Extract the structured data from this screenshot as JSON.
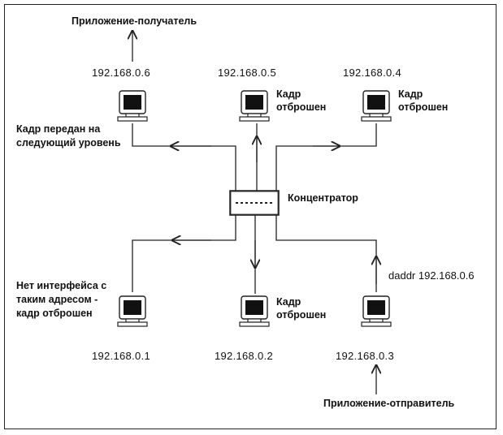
{
  "labels": {
    "receiver_app": "Приложение-получатель",
    "sender_app": "Приложение-отправитель",
    "hub": "Концентратор",
    "passed_up_1": "Кадр передан на",
    "passed_up_2": "следующий уровень",
    "no_iface_1": "Нет интерфейса с",
    "no_iface_2": "таким адресом -",
    "no_iface_3": "кадр отброшен",
    "dropped_1": "Кадр",
    "dropped_2": "отброшен",
    "daddr": "daddr 192.168.0.6"
  },
  "hosts": [
    {
      "ip": "192.168.0.6"
    },
    {
      "ip": "192.168.0.5"
    },
    {
      "ip": "192.168.0.4"
    },
    {
      "ip": "192.168.0.1"
    },
    {
      "ip": "192.168.0.2"
    },
    {
      "ip": "192.168.0.3"
    }
  ],
  "icon": "computer-icon"
}
